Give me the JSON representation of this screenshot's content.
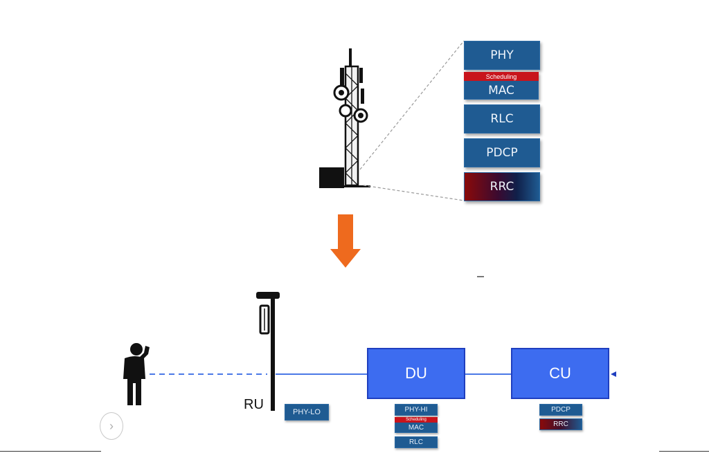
{
  "top_stack": {
    "phy": "PHY",
    "scheduling": "Scheduling",
    "mac": "MAC",
    "rlc": "RLC",
    "pdcp": "PDCP",
    "rrc": "RRC"
  },
  "bottom": {
    "ru_label": "RU",
    "phy_lo": "PHY-LO",
    "du_label": "DU",
    "cu_label": "CU",
    "du_stack": {
      "phy_hi": "PHY-HI",
      "scheduling": "Scheduling",
      "mac": "MAC",
      "rlc": "RLC"
    },
    "cu_stack": {
      "pdcp": "PDCP",
      "rrc": "RRC"
    }
  },
  "nav": {
    "next_icon": "chevron-right-icon"
  },
  "colors": {
    "layer_blue": "#1f5b92",
    "scheduling_red": "#c8141c",
    "unit_blue": "#3d6cf0",
    "arrow_orange": "#ee6a1e",
    "link_blue": "#4a78e6"
  }
}
